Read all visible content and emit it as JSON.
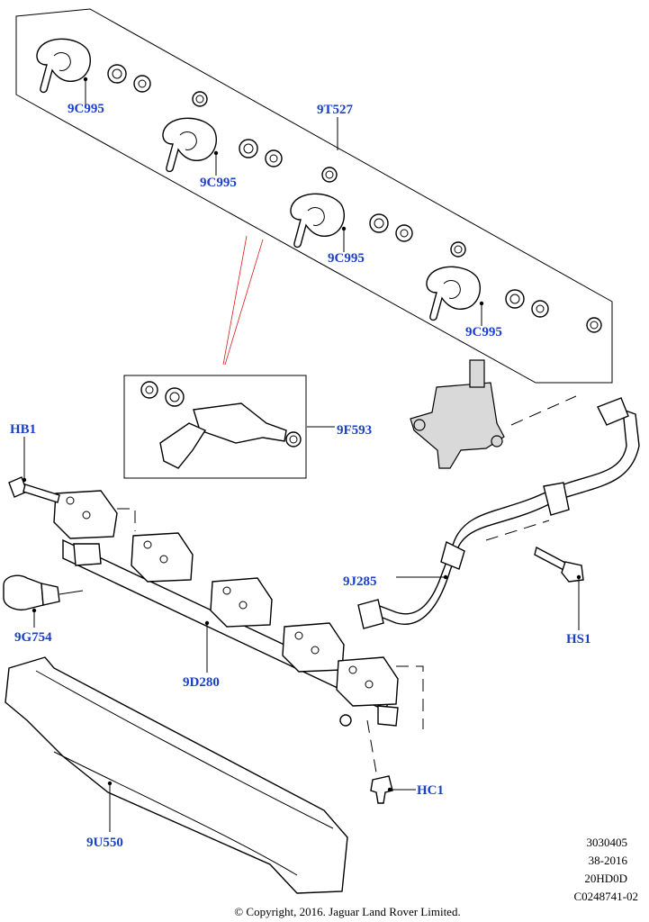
{
  "callouts": {
    "c_9c995_1": "9C995",
    "c_9c995_2": "9C995",
    "c_9c995_3": "9C995",
    "c_9c995_4": "9C995",
    "c_9t527": "9T527",
    "c_9f593": "9F593",
    "c_hb1": "HB1",
    "c_9g754": "9G754",
    "c_9d280": "9D280",
    "c_9j285": "9J285",
    "c_hs1": "HS1",
    "c_hc1": "HC1",
    "c_9u550": "9U550"
  },
  "meta": {
    "line1": "3030405",
    "line2": "38-2016",
    "line3": "20HD0D",
    "line4": "C0248741-02"
  },
  "copyright": "© Copyright, 2016. Jaguar Land Rover Limited.",
  "colors": {
    "callout": "#1a3fc8",
    "leader": "#000000",
    "highlight": "#d62020"
  }
}
